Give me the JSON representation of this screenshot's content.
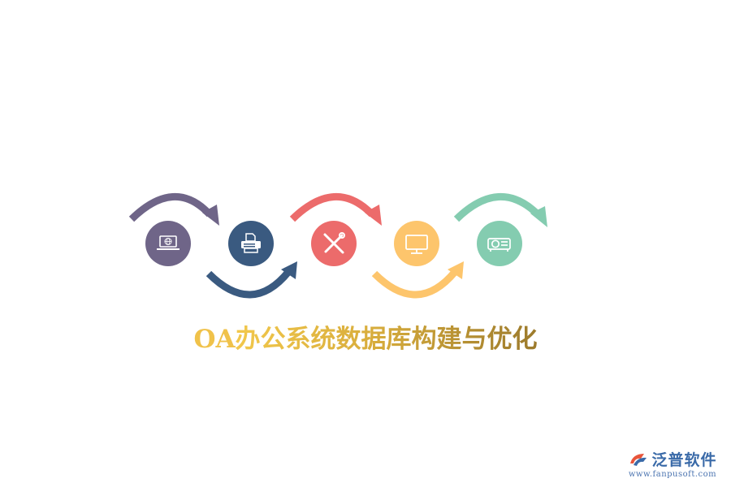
{
  "title_prefix": "OA",
  "title_main": "办公系统数据库构建与优化",
  "steps": [
    {
      "icon": "laptop-globe-icon",
      "color": "#6f6588"
    },
    {
      "icon": "printer-icon",
      "color": "#3a5a80"
    },
    {
      "icon": "wrench-screwdriver-icon",
      "color": "#ec6b6b"
    },
    {
      "icon": "monitor-icon",
      "color": "#fdc56c"
    },
    {
      "icon": "projector-icon",
      "color": "#84ccb0"
    }
  ],
  "brand": {
    "name": "泛普软件",
    "url": "www.fanpusoft.com",
    "primary_color": "#3a6aa8",
    "accent_color": "#e8553b"
  }
}
